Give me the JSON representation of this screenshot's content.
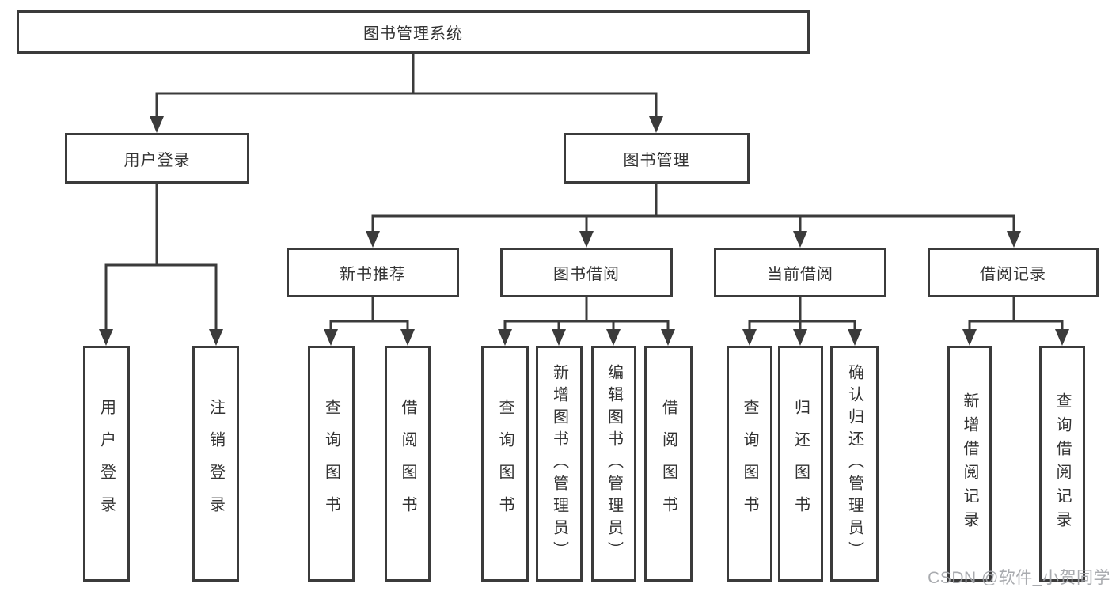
{
  "diagram": {
    "root": {
      "label": "图书管理系统"
    },
    "branches": [
      {
        "label": "用户登录",
        "children": [
          "用户登录",
          "注销登录"
        ]
      },
      {
        "label": "图书管理",
        "sections": [
          {
            "label": "新书推荐",
            "children": [
              "查询图书",
              "借阅图书"
            ]
          },
          {
            "label": "图书借阅",
            "children": [
              "查询图书",
              "新增图书（管理员）",
              "编辑图书（管理员）",
              "借阅图书"
            ]
          },
          {
            "label": "当前借阅",
            "children": [
              "查询图书",
              "归还图书",
              "确认归还（管理员）"
            ]
          },
          {
            "label": "借阅记录",
            "children": [
              "新增借阅记录",
              "查询借阅记录"
            ]
          }
        ]
      }
    ],
    "colors": {
      "line": "#3b3b3b",
      "box_border": "#3b3b3b",
      "text": "#333333",
      "background": "#ffffff",
      "watermark": "#a2a4a8"
    }
  },
  "watermark": {
    "text": "CSDN @软件_小贺同学"
  }
}
